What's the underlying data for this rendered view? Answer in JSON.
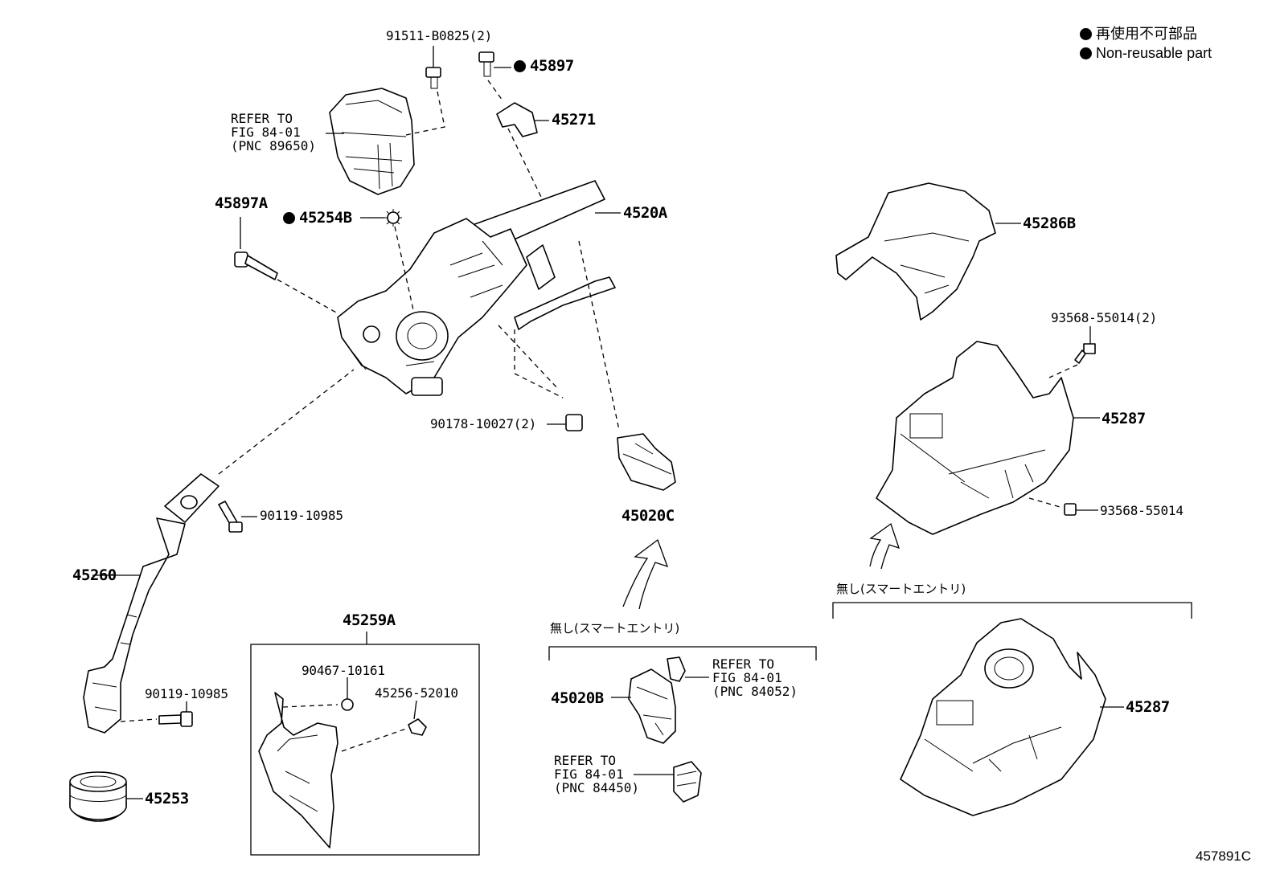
{
  "legend": {
    "line1": "再使用不可部品",
    "line2": "Non-reusable part"
  },
  "figure_code": "457891C",
  "parts": {
    "p91511": "91511-B0825(2)",
    "p45897": "45897",
    "p45271": "45271",
    "refer_89650": "REFER TO\nFIG 84-01\n(PNC 89650)",
    "p45897a": "45897A",
    "p45254b": "45254B",
    "p4520a": "4520A",
    "p90178": "90178-10027(2)",
    "p45020c": "45020C",
    "p90119_a": "90119-10985",
    "p45260": "45260",
    "p45259a": "45259A",
    "p90467": "90467-10161",
    "p45256": "45256-52010",
    "p90119_b": "90119-10985",
    "p45253": "45253",
    "p45020b": "45020B",
    "refer_84052": "REFER TO\nFIG 84-01\n(PNC 84052)",
    "refer_84450": "REFER TO\nFIG 84-01\n(PNC 84450)",
    "p45286b": "45286B",
    "p93568_2": "93568-55014(2)",
    "p45287_a": "45287",
    "p93568": "93568-55014",
    "p45287_b": "45287"
  },
  "notes": {
    "no_smart_entry_mid": "無し(スマートエントリ)",
    "no_smart_entry_right": "無し(スマートエントリ)"
  },
  "icons": [
    "bolt-icon",
    "clip-icon",
    "arrow-icon",
    "non-reusable-dot-icon"
  ]
}
